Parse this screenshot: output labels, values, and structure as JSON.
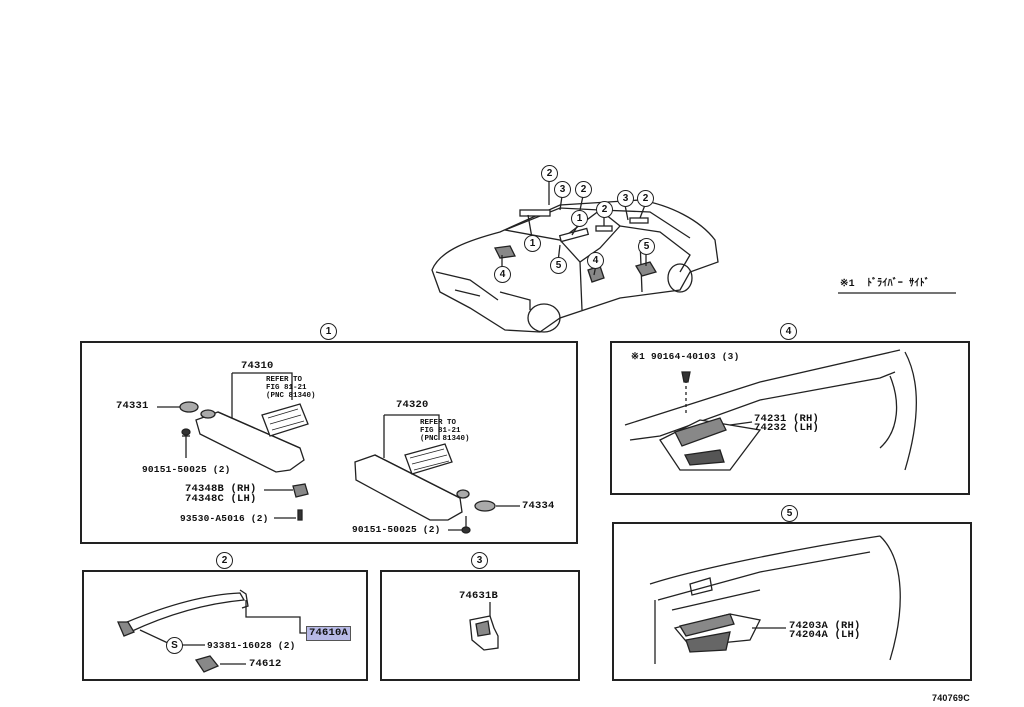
{
  "diagram_code": "740769C",
  "note": {
    "mark": "※1",
    "text": "ﾄﾞﾗｲﾊﾞｰ ｻｲﾄﾞ"
  },
  "callouts": {
    "c1": "1",
    "c2": "2",
    "c3": "3",
    "c4": "4",
    "c5": "5",
    "s": "S"
  },
  "panel1": {
    "sunvisor_rh": "74310",
    "sunvisor_lh": "74320",
    "ref_line1": "REFER TO",
    "ref_line2": "FIG 81-21",
    "ref_line3": "(PNC 81340)",
    "holder_a": "74331",
    "holder_b": "74334",
    "screw_a": "90151-50025 (2)",
    "screw_b": "90151-50025 (2)",
    "bracket_rh": "74348B (RH)",
    "bracket_lh": "74348C (LH)",
    "screw_c": "93530-A5016 (2)"
  },
  "panel2": {
    "grip": "74610A",
    "screw": "93381-16028 (2)",
    "cap": "74612"
  },
  "panel3": {
    "hook": "74631B"
  },
  "panel4": {
    "screw": "※1 90164-40103 (3)",
    "switch_rh": "74231 (RH)",
    "switch_lh": "74232 (LH)"
  },
  "panel5": {
    "switch_rh": "74203A (RH)",
    "switch_lh": "74204A (LH)"
  }
}
